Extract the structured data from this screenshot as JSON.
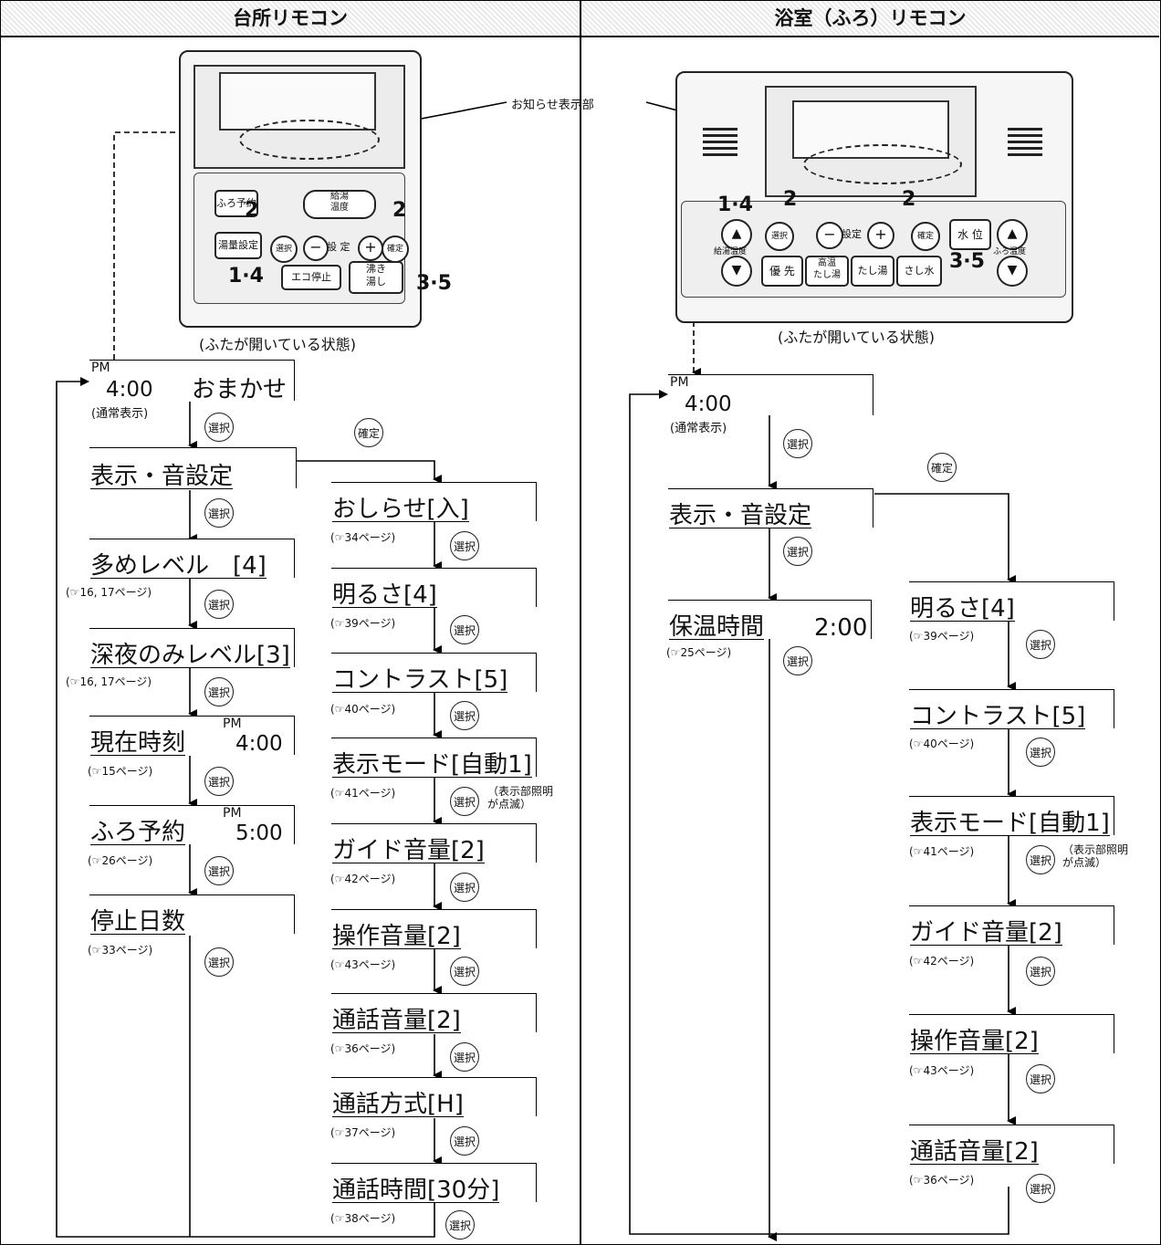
{
  "headers": {
    "kitchen": "台所リモコン",
    "bath": "浴室（ふろ）リモコン"
  },
  "caption": "(ふたが開いている状態)",
  "notice_label": "お知らせ表示部",
  "select_btn": "選択",
  "confirm_btn": "確定",
  "blink_note": "（表示部照明\nが点滅）",
  "kitchen_remote": {
    "buttons": [
      "ふろ予約",
      "湯量設定",
      "エコ停止",
      "沸き\n湯し",
      "給湯\n温度",
      "選択",
      "確定"
    ],
    "set_label": "設 定",
    "steps": [
      "2",
      "2",
      "1·4",
      "3·5"
    ]
  },
  "bath_remote": {
    "buttons": [
      "優 先",
      "高温\nたし湯",
      "たし湯",
      "さし水",
      "水 位",
      "選択",
      "確定"
    ],
    "left_label": "給湯温度",
    "right_label": "ふろ温度",
    "set_label": "設定",
    "steps": [
      "2",
      "2",
      "1·4",
      "3·5"
    ]
  },
  "kitchen_menu": {
    "normal": {
      "pm": "PM",
      "time": "4:00",
      "mode": "おまかせ",
      "note": "(通常表示)"
    },
    "left": [
      {
        "label": "表示・音設定",
        "ref": ""
      },
      {
        "label": "多めレベル　[4]",
        "ref": "(☞16, 17ページ)"
      },
      {
        "label": "深夜のみレベル[3]",
        "ref": "(☞16, 17ページ)"
      },
      {
        "label": "現在時刻",
        "pm": "PM",
        "value": "4:00",
        "ref": "(☞15ページ)"
      },
      {
        "label": "ふろ予約",
        "pm": "PM",
        "value": "5:00",
        "ref": "(☞26ページ)"
      },
      {
        "label": "停止日数",
        "ref": "(☞33ページ)"
      }
    ],
    "right": [
      {
        "label": "おしらせ[入]",
        "ref": "(☞34ページ)"
      },
      {
        "label": "明るさ[4]",
        "ref": "(☞39ページ)"
      },
      {
        "label": "コントラスト[5]",
        "ref": "(☞40ページ)"
      },
      {
        "label": "表示モード[自動1]",
        "ref": "(☞41ページ)"
      },
      {
        "label": "ガイド音量[2]",
        "ref": "(☞42ページ)"
      },
      {
        "label": "操作音量[2]",
        "ref": "(☞43ページ)"
      },
      {
        "label": "通話音量[2]",
        "ref": "(☞36ページ)"
      },
      {
        "label": "通話方式[H]",
        "ref": "(☞37ページ)"
      },
      {
        "label": "通話時間[30分]",
        "ref": "(☞38ページ)"
      }
    ]
  },
  "bath_menu": {
    "normal": {
      "pm": "PM",
      "time": "4:00",
      "note": "(通常表示)"
    },
    "left": [
      {
        "label": "表示・音設定",
        "ref": ""
      },
      {
        "label": "保温時間",
        "value": "2:00",
        "ref": "(☞25ページ)"
      }
    ],
    "right": [
      {
        "label": "明るさ[4]",
        "ref": "(☞39ページ)"
      },
      {
        "label": "コントラスト[5]",
        "ref": "(☞40ページ)"
      },
      {
        "label": "表示モード[自動1]",
        "ref": "(☞41ページ)"
      },
      {
        "label": "ガイド音量[2]",
        "ref": "(☞42ページ)"
      },
      {
        "label": "操作音量[2]",
        "ref": "(☞43ページ)"
      },
      {
        "label": "通話音量[2]",
        "ref": "(☞36ページ)"
      }
    ]
  }
}
